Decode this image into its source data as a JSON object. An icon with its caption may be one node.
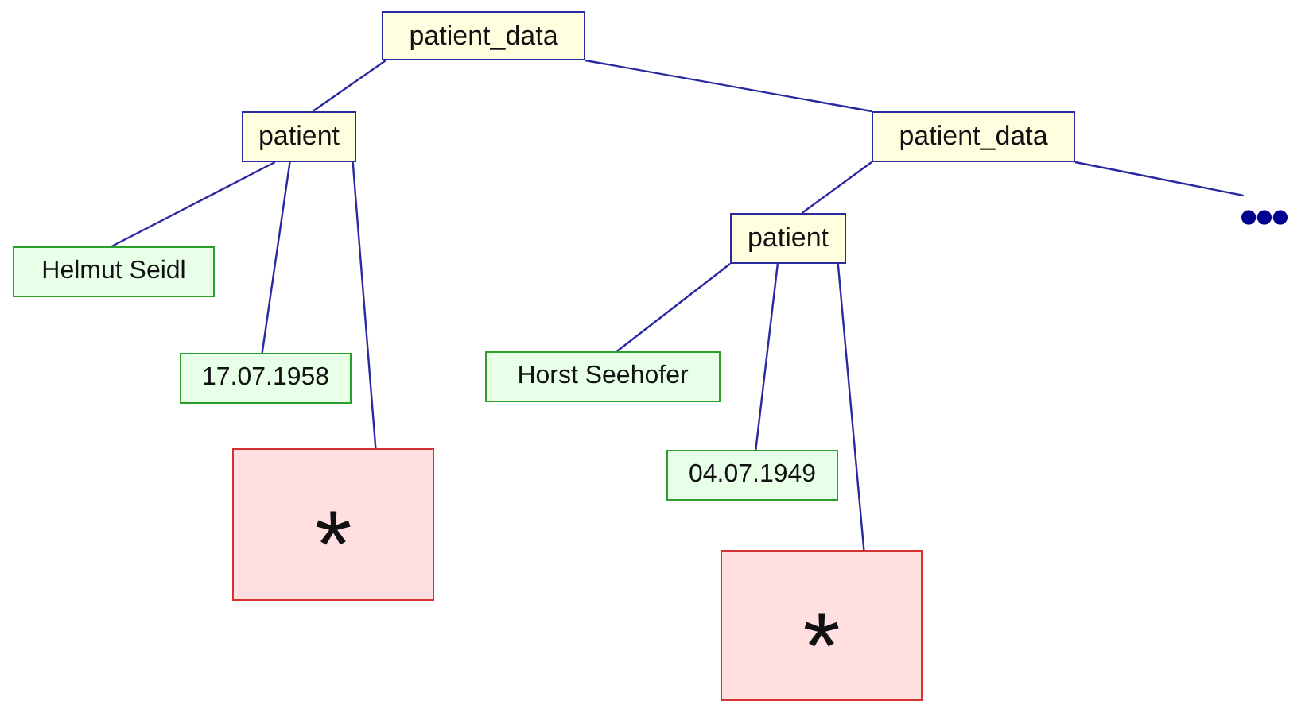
{
  "diagram": {
    "nodes": [
      {
        "text": [
          "patient_data"
        ]
      },
      {
        "text": [
          "patient"
        ]
      },
      {
        "text": [
          "patient_data"
        ]
      },
      {
        "text": [
          "Helmut Seidl"
        ]
      },
      {
        "text": [
          "17.07.1958"
        ]
      },
      {
        "text": [
          "*"
        ]
      },
      {
        "text": [
          "patient"
        ]
      },
      {
        "text": [
          "Horst Seehofer"
        ]
      },
      {
        "text": [
          "04.07.1949"
        ]
      },
      {
        "text": [
          "*"
        ]
      },
      {
        "text": [
          "•••"
        ]
      }
    ],
    "edges": [
      {
        "from": 0,
        "to": 1,
        "arrow": "none"
      },
      {
        "from": 0,
        "to": 2,
        "arrow": "none"
      },
      {
        "from": 1,
        "to": 3,
        "arrow": "none"
      },
      {
        "from": 1,
        "to": 4,
        "arrow": "none"
      },
      {
        "from": 1,
        "to": 5,
        "arrow": "none"
      },
      {
        "from": 2,
        "to": 6,
        "arrow": "none"
      },
      {
        "from": 2,
        "to": 10,
        "arrow": "none"
      },
      {
        "from": 6,
        "to": 7,
        "arrow": "none"
      },
      {
        "from": 6,
        "to": 8,
        "arrow": "none"
      },
      {
        "from": 6,
        "to": 9,
        "arrow": "none"
      }
    ]
  }
}
